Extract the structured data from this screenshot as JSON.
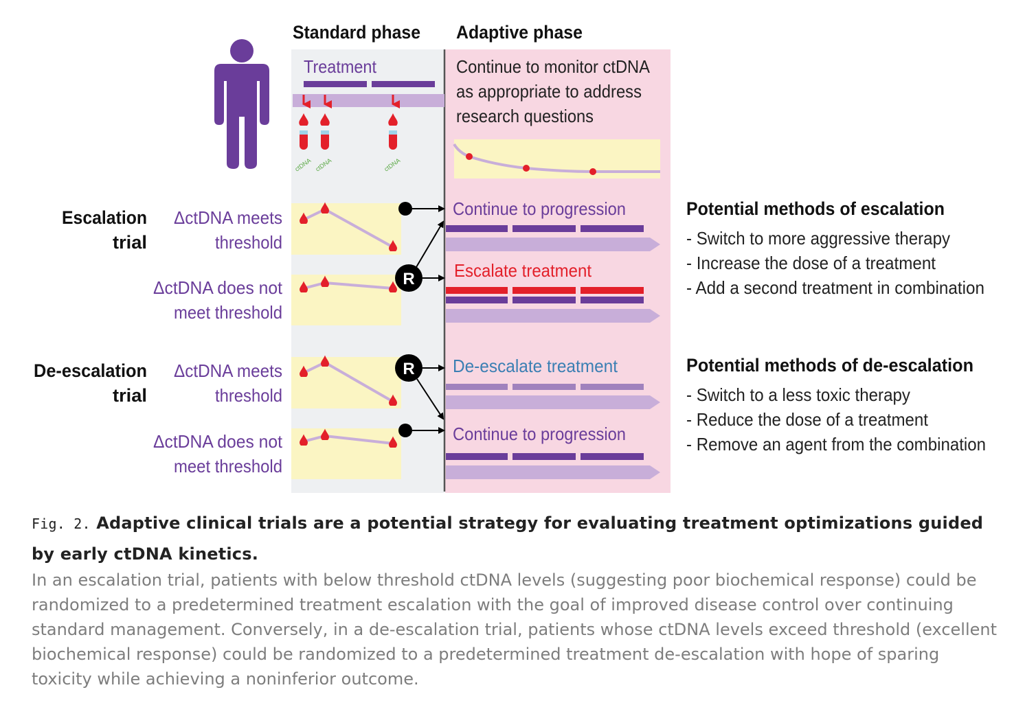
{
  "colors": {
    "purple": "#6a3d9a",
    "purple_light": "#c8aed9",
    "red": "#e3202a",
    "blue_text": "#3b7fb3",
    "standard_bg": "#eef0f2",
    "adaptive_bg": "#f8d7e2",
    "plot_bg": "#fbf5c3",
    "caption_text": "#7d7d7d"
  },
  "headers": {
    "standard_phase": "Standard phase",
    "adaptive_phase": "Adaptive phase"
  },
  "standard": {
    "treatment_label": "Treatment",
    "dna_label": "ctDNA"
  },
  "adaptive": {
    "monitor_text": [
      "Continue to monitor ctDNA",
      "as appropriate to address",
      "research questions"
    ]
  },
  "escalation": {
    "trial_label": [
      "Escalation",
      "trial"
    ],
    "meets_label": [
      "ΔctDNA meets",
      "threshold"
    ],
    "not_meets_label": [
      "ΔctDNA does not",
      "meet threshold"
    ],
    "continue_label": "Continue to progression",
    "escalate_label": "Escalate treatment",
    "randomize_label": "R",
    "methods_title": "Potential methods of escalation",
    "methods": [
      "- Switch to more aggressive therapy",
      "- Increase the dose of a treatment",
      "- Add a second treatment in combination"
    ]
  },
  "deescalation": {
    "trial_label": [
      "De-escalation",
      "trial"
    ],
    "meets_label": [
      "ΔctDNA meets",
      "threshold"
    ],
    "not_meets_label": [
      "ΔctDNA does not",
      "meet threshold"
    ],
    "deescalate_label": "De-escalate treatment",
    "continue_label": "Continue to progression",
    "randomize_label": "R",
    "methods_title": "Potential methods of de-escalation",
    "methods": [
      "- Switch to a less toxic therapy",
      "- Reduce the dose of a treatment",
      "- Remove an agent from the combination"
    ]
  },
  "caption": {
    "fig_label": "Fig. 2.",
    "title": "Adaptive clinical trials are a potential strategy for evaluating treatment optimizations guided by early ctDNA kinetics.",
    "body": "In an escalation trial, patients with below threshold ctDNA levels (suggesting poor biochemical response) could be randomized to a predetermined treatment escalation with the goal of improved disease control over continuing standard management. Conversely, in a de-escalation trial, patients whose ctDNA levels exceed threshold (excellent biochemical response) could be randomized to a predetermined treatment de-escalation with hope of sparing toxicity while achieving a noninferior outcome."
  }
}
